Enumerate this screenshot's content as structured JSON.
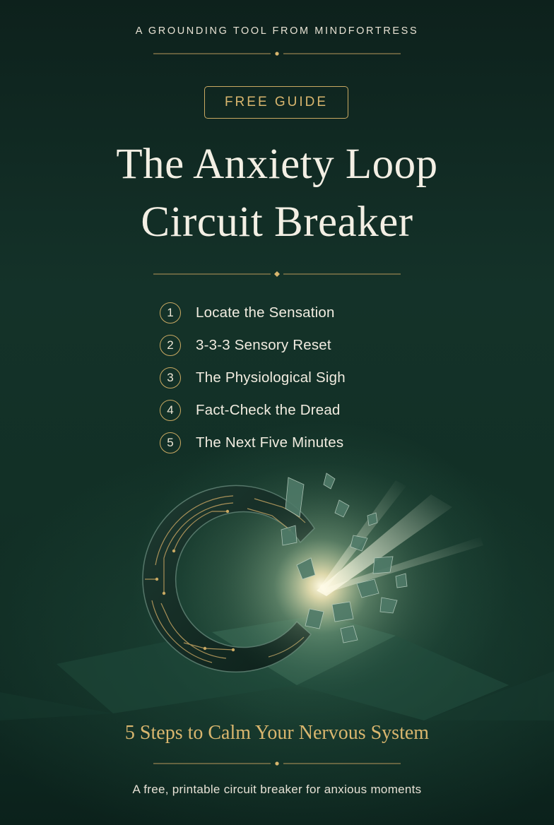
{
  "header": {
    "eyebrow": "A GROUNDING TOOL FROM MINDFORTRESS",
    "badge": "FREE GUIDE",
    "title_line1": "The Anxiety Loop",
    "title_line2": "Circuit Breaker"
  },
  "steps": [
    {
      "number": "1",
      "label": "Locate the Sensation"
    },
    {
      "number": "2",
      "label": "3-3-3 Sensory Reset"
    },
    {
      "number": "3",
      "label": "The Physiological Sigh"
    },
    {
      "number": "4",
      "label": "Fact-Check the Dread"
    },
    {
      "number": "5",
      "label": "The Next Five Minutes"
    }
  ],
  "footer": {
    "subtitle": "5 Steps to Calm Your Nervous System",
    "tagline": "A free, printable circuit breaker for anxious moments"
  },
  "colors": {
    "background": "#123026",
    "gold": "#c9a962",
    "text": "#f1ece0"
  },
  "icons": [
    "broken-circuit-loop-illustration",
    "diamond-divider-icon"
  ]
}
